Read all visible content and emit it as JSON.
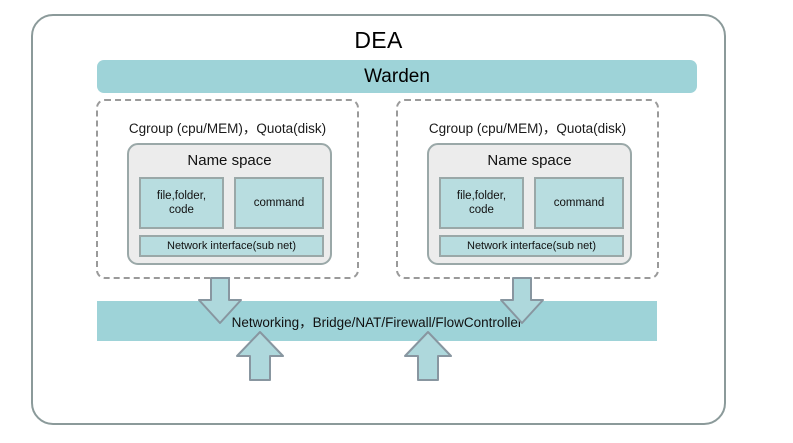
{
  "diagram": {
    "title": "DEA",
    "warden": {
      "label": "Warden",
      "color": "#9ed3d8"
    },
    "containers": [
      {
        "id": "left",
        "label": "Cgroup (cpu/MEM)，Quota(disk)",
        "namespace": {
          "title": "Name space",
          "cells": [
            {
              "name": "file-folder-code",
              "label": "file,folder,\ncode"
            },
            {
              "name": "command",
              "label": "command"
            },
            {
              "name": "network-interface",
              "label": "Network interface(sub net)"
            }
          ]
        }
      },
      {
        "id": "right",
        "label": "Cgroup (cpu/MEM)，Quota(disk)",
        "namespace": {
          "title": "Name space",
          "cells": [
            {
              "name": "file-folder-code",
              "label": "file,folder,\ncode"
            },
            {
              "name": "command",
              "label": "command"
            },
            {
              "name": "network-interface",
              "label": "Network interface(sub net)"
            }
          ]
        }
      }
    ],
    "networking": {
      "label": "Networking，Bridge/NAT/Firewall/FlowController",
      "color": "#9ed3d8"
    },
    "arrows": [
      {
        "name": "arrow-down-left",
        "direction": "down"
      },
      {
        "name": "arrow-down-right",
        "direction": "down"
      },
      {
        "name": "arrow-up-left",
        "direction": "up"
      },
      {
        "name": "arrow-up-right",
        "direction": "up"
      }
    ],
    "colors": {
      "frame_border": "#8b9a9a",
      "teal_band": "#9ed3d8",
      "teal_cell": "#b8dde0",
      "namespace_fill": "#ececec",
      "cell_border": "#9aa8a8",
      "dashed_border": "#9a9a9a",
      "arrow_fill": "#aed8dc",
      "arrow_stroke": "#8896a0"
    }
  }
}
